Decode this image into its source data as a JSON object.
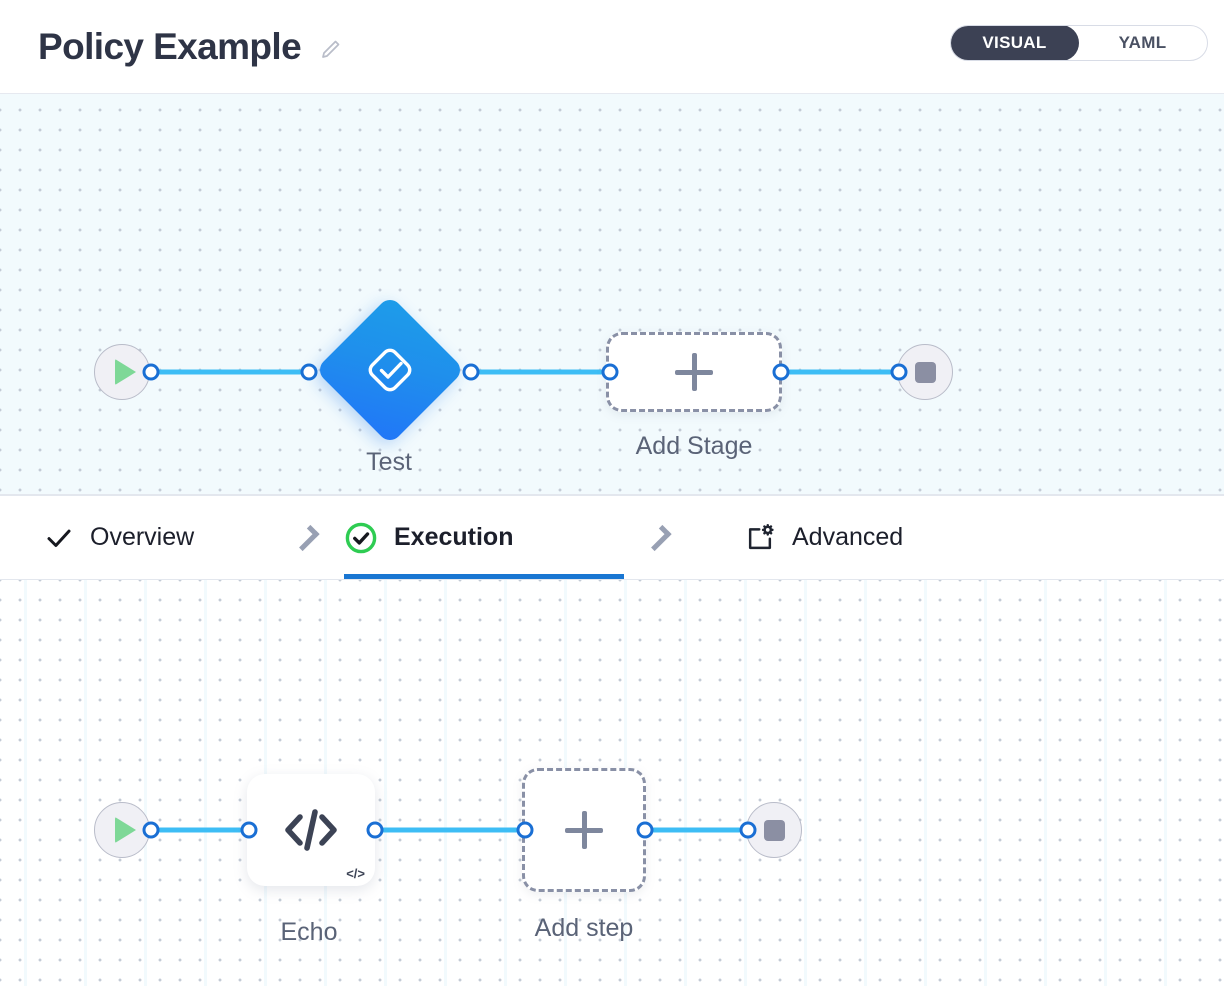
{
  "header": {
    "title": "Policy Example",
    "edit_icon": "pencil-icon",
    "view_toggle": {
      "options": [
        "VISUAL",
        "YAML"
      ],
      "selected": "VISUAL"
    }
  },
  "stage_canvas": {
    "start_node": {
      "icon": "play-icon"
    },
    "stage": {
      "label": "Test",
      "icon": "check-diamond-icon",
      "color": "#1f8fec"
    },
    "add_stage": {
      "label": "Add Stage",
      "icon": "plus-icon"
    },
    "end_node": {
      "icon": "stop-icon"
    }
  },
  "tabs": [
    {
      "label": "Overview",
      "icon": "check-icon",
      "active": false
    },
    {
      "label": "Execution",
      "icon": "check-circle-icon",
      "active": true
    },
    {
      "label": "Advanced",
      "icon": "advanced-gear-icon",
      "active": false
    }
  ],
  "separator_icon": "chevron-right-icon",
  "step_canvas": {
    "start_node": {
      "icon": "play-icon"
    },
    "step": {
      "label": "Echo",
      "icon": "code-icon",
      "badge": "</>"
    },
    "add_step": {
      "label": "Add step",
      "icon": "plus-icon"
    },
    "end_node": {
      "icon": "stop-icon"
    }
  },
  "colors": {
    "accent_blue": "#1976d2",
    "edge_blue": "#3dbdf5",
    "port_ring": "#1a6fd4",
    "success_green": "#2ecc52",
    "play_green": "#7ed897",
    "toggle_dark": "#3c4154",
    "label_gray": "#5a6377"
  }
}
